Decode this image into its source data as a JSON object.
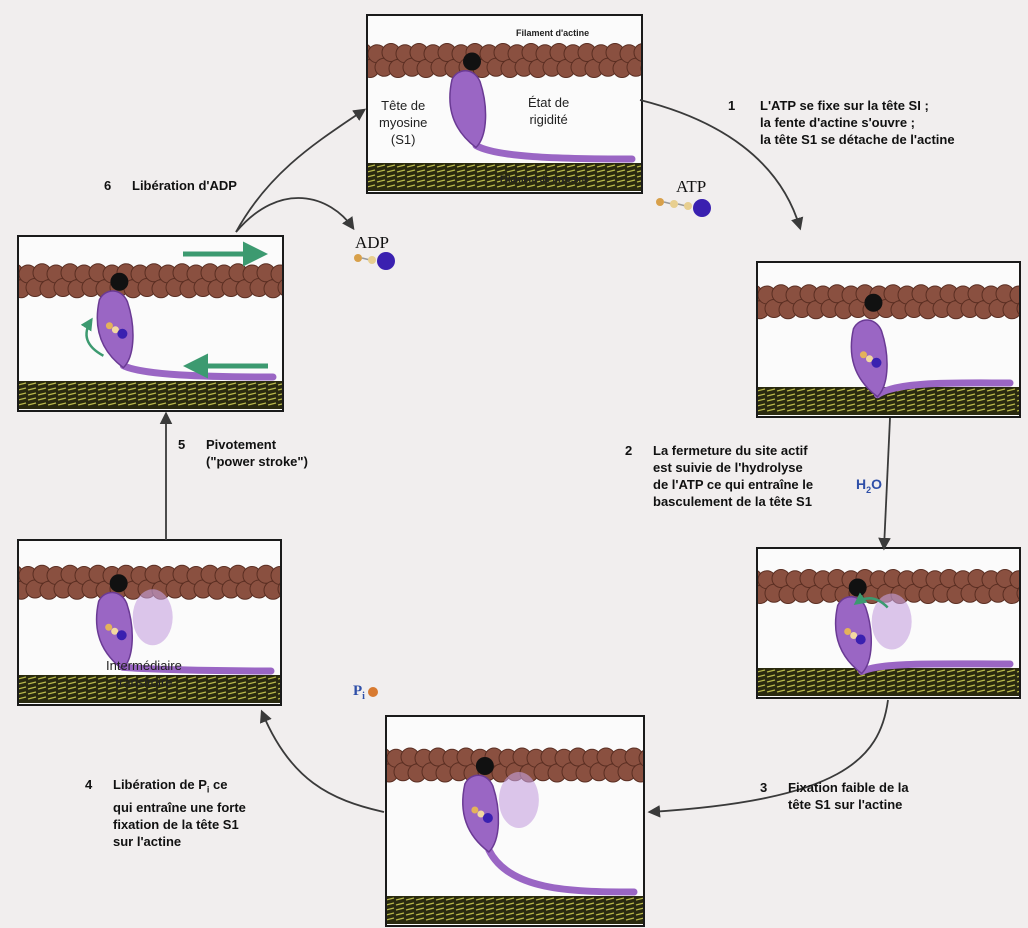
{
  "colors": {
    "actin": "#8a5040",
    "actin_dark": "#5a2e22",
    "myosin_head": "#9a66c4",
    "myosin_light": "#c6a2e0",
    "myosin_filament": "#2a2a10",
    "myosin_stripe": "#b8b84a",
    "arrow": "#3a3a3a",
    "green_arrow": "#3c9a70",
    "h2o": "#2f4fa8",
    "phosphate_orange": "#d87a30",
    "nucleotide_blue": "#3a20b0"
  },
  "panel_top": {
    "actin_label": "Filament d'actine",
    "myosin_label": "Filament de myosine",
    "head_label": [
      "Tête de",
      "myosine",
      "(S1)"
    ],
    "state_label": [
      "État de",
      "rigidité"
    ]
  },
  "panel_left_bottom": {
    "intermediate_label": [
      "Intermédiaire",
      "transitoire"
    ]
  },
  "steps": {
    "step1": {
      "number": "1",
      "lines": [
        "L'ATP se fixe sur la tête SI ;",
        "la fente d'actine s'ouvre ;",
        "la tête S1 se détache de l'actine"
      ]
    },
    "step2": {
      "number": "2",
      "lines": [
        "La fermeture du site actif",
        "est suivie de l'hydrolyse",
        "de l'ATP ce qui entraîne le",
        "basculement de la tête S1"
      ]
    },
    "step3": {
      "number": "3",
      "lines": [
        "Fixation faible de la",
        "tête S1 sur l'actine"
      ]
    },
    "step4": {
      "number": "4",
      "lines": [
        "Libération de P",
        "qui entraîne une forte",
        "fixation de la tête S1",
        "sur l'actine"
      ],
      "line1_sub": "i",
      "line1_tail": " ce"
    },
    "step5": {
      "number": "5",
      "lines": [
        "Pivotement",
        "(\"power stroke\")"
      ]
    },
    "step6": {
      "number": "6",
      "lines": [
        "Libération d'ADP"
      ]
    }
  },
  "molecules": {
    "atp": "ATP",
    "adp": "ADP",
    "h2o": "H",
    "h2o_sub": "2",
    "h2o_tail": "O",
    "pi": "P",
    "pi_sub": "i"
  }
}
